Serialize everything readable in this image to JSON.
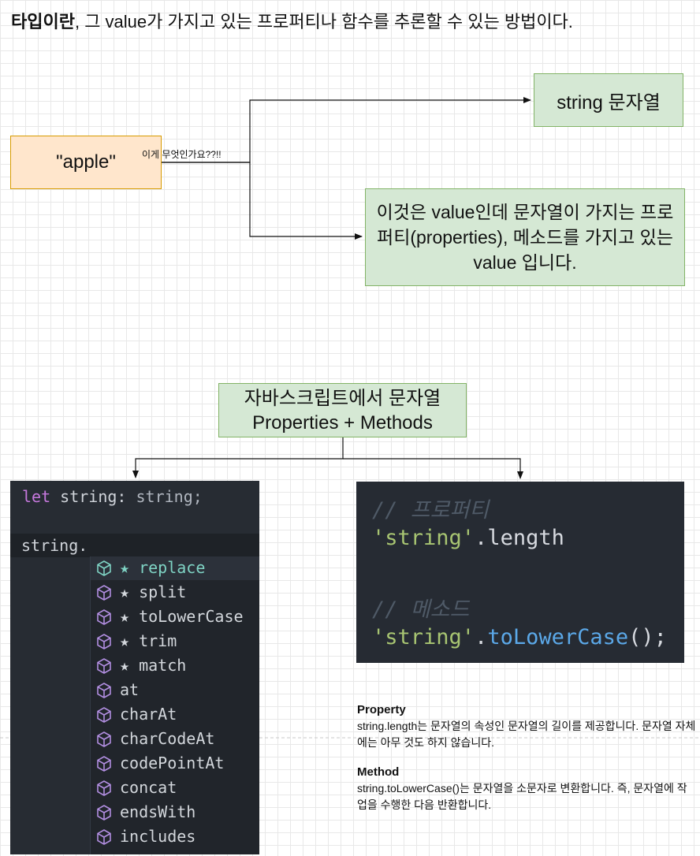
{
  "heading": {
    "bold": "타입이란",
    "rest": ", 그 value가 가지고 있는 프로퍼티나 함수를 추론할 수 있는 방법이다."
  },
  "apple_box": {
    "text": "\"apple\""
  },
  "edge_label": "이게 무엇인가요??!!",
  "string_box": {
    "text": "string 문자열"
  },
  "explain_box": {
    "text": "이것은 value인데 문자열이 가지는 프로퍼티(properties), 메소드를 가지고 있는 value 입니다."
  },
  "js_box": {
    "line1": "자바스크립트에서 문자열",
    "line2": "Properties + Methods"
  },
  "editor": {
    "let_kw": "let",
    "decl": " string: ",
    "type": "string;",
    "typed": "string.",
    "suggestions": [
      {
        "label": "★ replace",
        "selected": true
      },
      {
        "label": "★ split",
        "selected": false
      },
      {
        "label": "★ toLowerCase",
        "selected": false
      },
      {
        "label": "★ trim",
        "selected": false
      },
      {
        "label": "★ match",
        "selected": false
      },
      {
        "label": "at",
        "selected": false
      },
      {
        "label": "charAt",
        "selected": false
      },
      {
        "label": "charCodeAt",
        "selected": false
      },
      {
        "label": "codePointAt",
        "selected": false
      },
      {
        "label": "concat",
        "selected": false
      },
      {
        "label": "endsWith",
        "selected": false
      },
      {
        "label": "includes",
        "selected": false
      }
    ]
  },
  "code": {
    "comment1": "// 프로퍼티",
    "str1": "'string'",
    "dot1": ".",
    "prop": "length",
    "comment2": "// 메소드",
    "str2": "'string'",
    "dot2": ".",
    "method": "toLowerCase",
    "tail": "();"
  },
  "notes": {
    "property_title": "Property",
    "property_text": "string.length는 문자열의 속성인 문자열의 길이를 제공합니다. 문자열 자체에는 아무 것도 하지 않습니다.",
    "method_title": "Method",
    "method_text": "string.toLowerCase()는 문자열을 소문자로 변환합니다. 즉, 문자열에 작업을 수행한 다음 반환합니다."
  },
  "colors": {
    "green_fill": "#d5e8d4",
    "green_stroke": "#82b366",
    "orange_fill": "#ffe6cc",
    "orange_stroke": "#d79b00",
    "editor_bg": "#272c33",
    "keyword": "#c678dd",
    "string_literal": "#a8c572",
    "method": "#5ba8e8",
    "icon": "#b18ee0"
  }
}
